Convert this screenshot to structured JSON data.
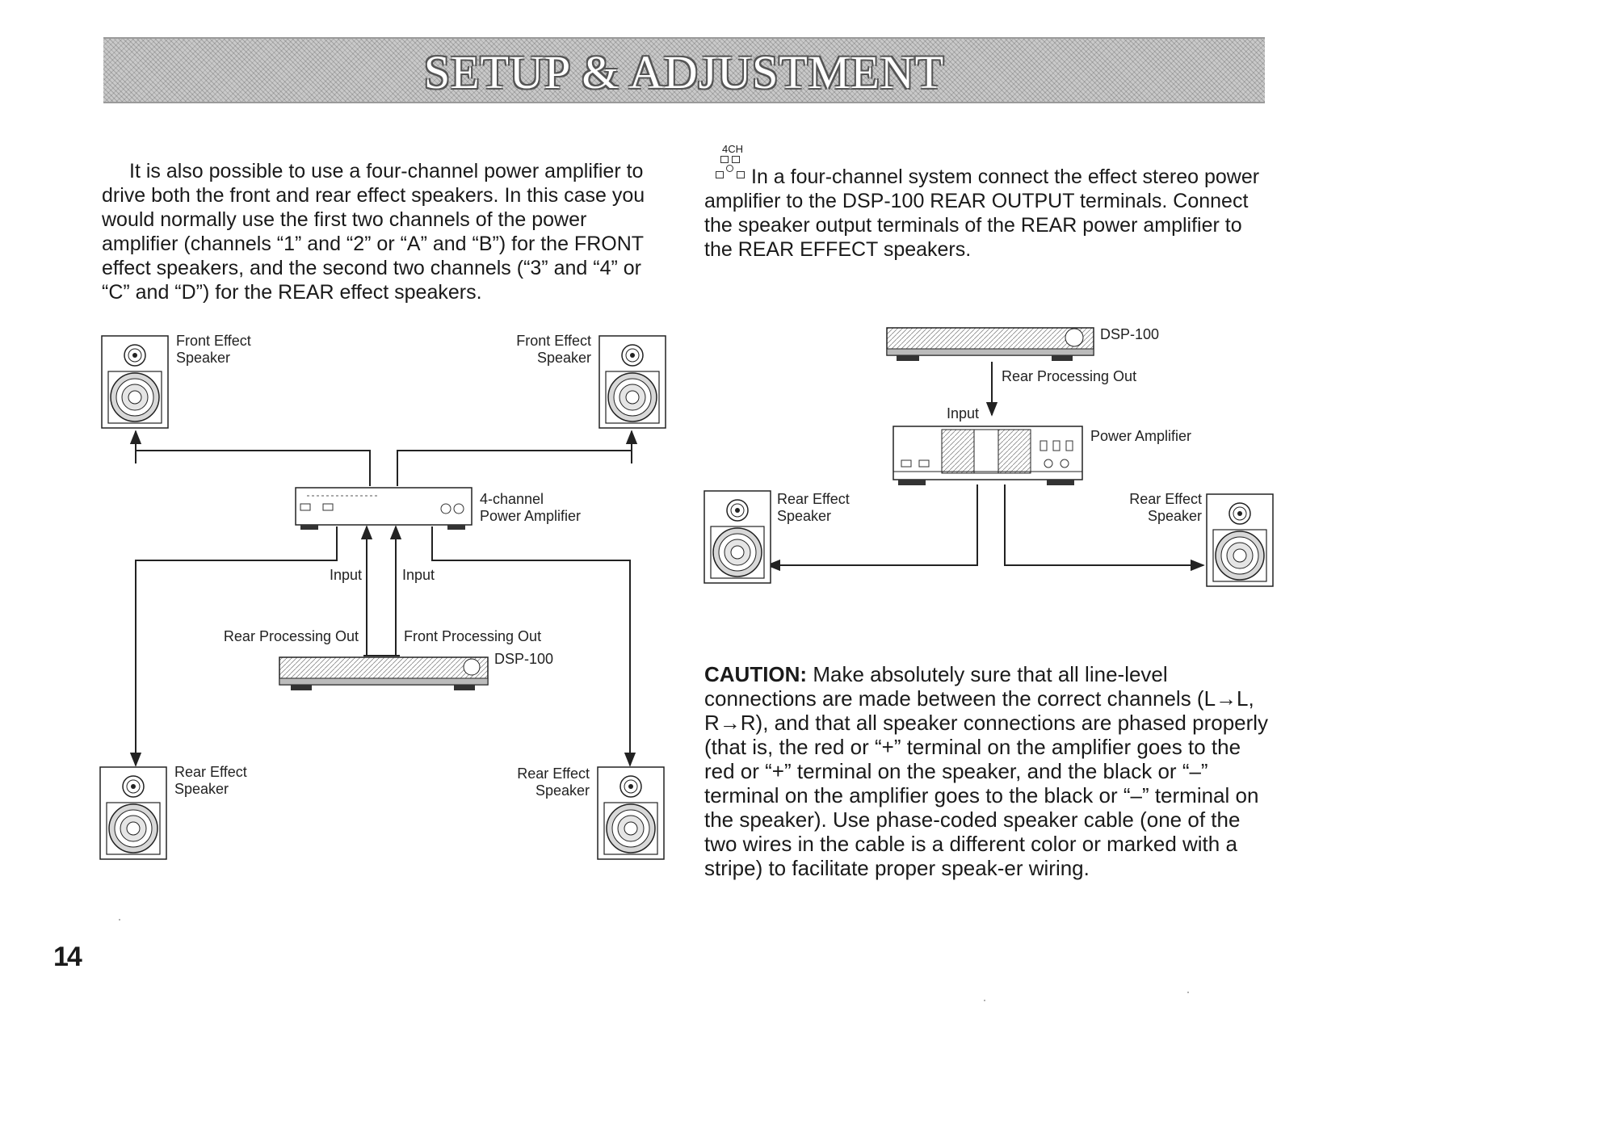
{
  "header": {
    "title": "SETUP & ADJUSTMENT"
  },
  "page_number": "14",
  "left_column": {
    "paragraph": "It is also possible to use a four-channel power amplifier to drive both the front and rear effect speakers. In this case you would normally use the first two channels of the power amplifier (channels “1” and “2” or “A” and “B”) for the FRONT effect speakers, and the second two channels (“3” and “4” or “C” and “D”) for the REAR effect speakers."
  },
  "right_column": {
    "icon_label": "4CH",
    "paragraph": "In a four-channel system connect the effect stereo power amplifier to the DSP-100 REAR OUTPUT terminals. Connect the speaker output terminals of the REAR power amplifier to the REAR EFFECT speakers.",
    "caution_label": "CAUTION:",
    "caution_text": "Make absolutely sure that all line-level connections are made between the correct channels (L→L, R→R), and that all speaker connections are phased properly (that is, the red or “+” terminal on the amplifier goes to the red or “+” terminal on the speaker, and the black or “–” terminal on the amplifier goes to the black or “–” terminal on the speaker). Use phase-coded speaker cable (one of the two wires in the cable is a different color or marked with a stripe) to facilitate proper speak-er wiring."
  },
  "diagram_left": {
    "front_left_speaker": [
      "Front Effect",
      "Speaker"
    ],
    "front_right_speaker": [
      "Front Effect",
      "Speaker"
    ],
    "amplifier": [
      "4-channel",
      "Power Amplifier"
    ],
    "input_left": "Input",
    "input_right": "Input",
    "rear_out": "Rear Processing Out",
    "front_out": "Front Processing Out",
    "processor": "DSP-100",
    "rear_left_speaker": [
      "Rear Effect",
      "Speaker"
    ],
    "rear_right_speaker": [
      "Rear Effect",
      "Speaker"
    ]
  },
  "diagram_right": {
    "processor": "DSP-100",
    "rear_out": "Rear Processing Out",
    "input": "Input",
    "amplifier": "Power Amplifier",
    "rear_left_speaker": [
      "Rear Effect",
      "Speaker"
    ],
    "rear_right_speaker": [
      "Rear Effect",
      "Speaker"
    ]
  }
}
